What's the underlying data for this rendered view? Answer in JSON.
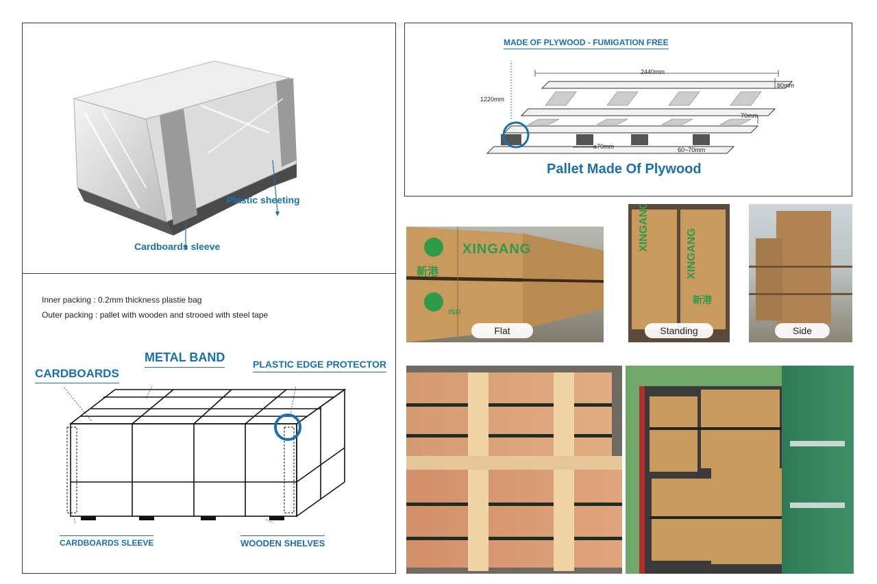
{
  "top_left": {
    "label_plastic": "Plastic sheeting",
    "label_cardboard": "Cardboards sleeve"
  },
  "pallet": {
    "header": "MADE OF PLYWOOD - FUMIGATION FREE",
    "dim_length": "2440mm",
    "dim_width": "1220mm",
    "dim_80": "80mm",
    "dim_70": "70mm",
    "dim_le70": "≤70mm",
    "dim_6070": "60~70mm",
    "title": "Pallet Made Of Plywood"
  },
  "packing": {
    "inner": "Inner packing : 0.2mm thickness plastie bag",
    "outer": "Outer packing : pallet with wooden and strooed with steel tape",
    "metal_band": "METAL BAND",
    "cardboards": "CARDBOARDS",
    "edge_protector": "PLASTIC EDGE PROTECTOR",
    "sleeve": "CARDBOARDS SLEEVE",
    "shelves": "WOODEN SHELVES"
  },
  "photos": {
    "flat": "Flat",
    "standing": "Standing",
    "side": "Side",
    "brand": "XINGANG",
    "brand_cn": "新港",
    "iso": "ISO"
  },
  "colors": {
    "accent": "#1a6fae",
    "plywood": "#c99a5e",
    "brand_green": "#2e9a4a",
    "container_green": "#2f7a55",
    "container_red": "#b0302c"
  }
}
